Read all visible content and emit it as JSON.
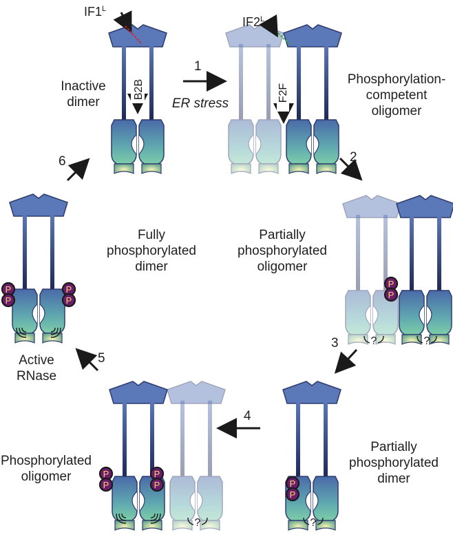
{
  "labels": {
    "if1": "IF1",
    "if1_sup": "L",
    "if2": "IF2",
    "if2_sup": "L",
    "b2b": "B2B",
    "f2f": "F2F",
    "inactive_1": "Inactive",
    "inactive_2": "dimer",
    "er_stress": "ER stress",
    "phos_comp_1": "Phosphorylation-",
    "phos_comp_2": "competent",
    "phos_comp_3": "oligomer",
    "partial_olig_1": "Partially",
    "partial_olig_2": "phosphorylated",
    "partial_olig_3": "oligomer",
    "partial_dimer_1": "Partially",
    "partial_dimer_2": "phosphorylated",
    "partial_dimer_3": "dimer",
    "phos_olig_1": "Phosphorylated",
    "phos_olig_2": "oligomer",
    "full_1": "Fully",
    "full_2": "phosphorylated",
    "full_3": "dimer",
    "active_1": "Active",
    "active_2": "RNase",
    "p": "P",
    "q": "?"
  },
  "steps": [
    "1",
    "2",
    "3",
    "4",
    "5",
    "6"
  ],
  "colors": {
    "head_dark": "#5b78b8",
    "head_light": "#a8b8dc",
    "stalk": "#2e3a6e",
    "body_top": "#5a7ab0",
    "body_bottom": "#6fc2a6",
    "foot": "#e6ec9a",
    "phospho": "#6b1d6b",
    "phospho_text": "#f5d66a",
    "if1_line": "#e02020",
    "if2_line": "#30b030"
  }
}
